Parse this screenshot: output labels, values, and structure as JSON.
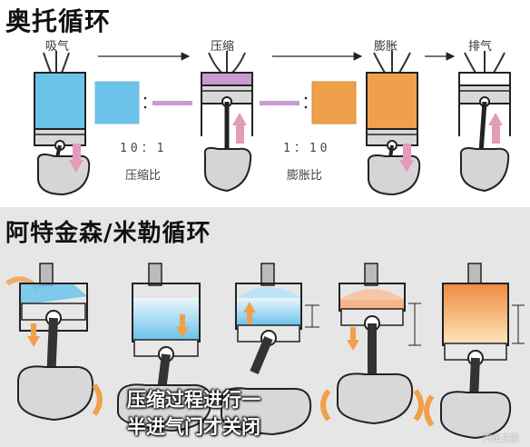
{
  "otto": {
    "title": "奥托循环",
    "strokes": {
      "intake": "吸气",
      "compression": "压缩",
      "expansion": "膨胀",
      "exhaust": "排气"
    },
    "compression_ratio": "10：1",
    "compression_ratio_caption": "压缩比",
    "expansion_ratio": "1：10",
    "expansion_ratio_caption": "膨胀比"
  },
  "miller": {
    "title": "阿特金森/米勒循环",
    "overlay_line1": "压缩过程进行一",
    "overlay_line2": "半进气门才关闭"
  },
  "watermark": "汽车之家",
  "colors": {
    "intake_blue": "#6cc3ea",
    "exhaust_purple": "#c79bd0",
    "power_orange": "#f0a04b",
    "arrow_pink": "#e49bbb",
    "engine_gray": "#cfcfcf",
    "outline": "#222222"
  }
}
